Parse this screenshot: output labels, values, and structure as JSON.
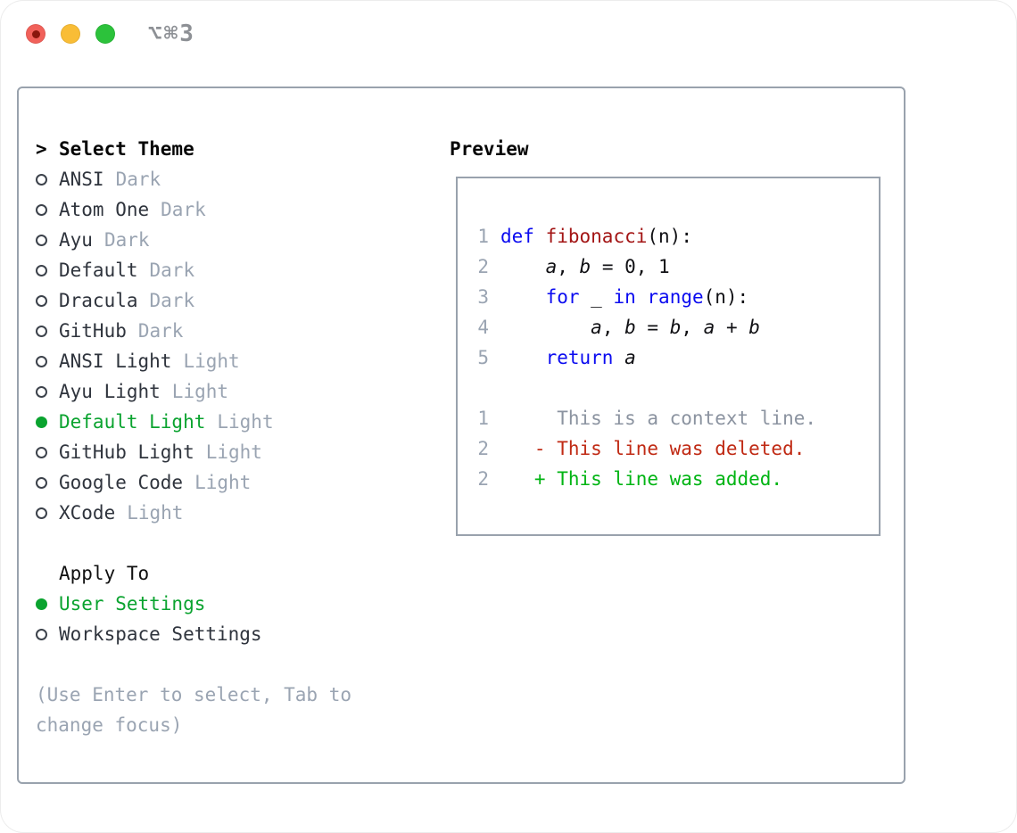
{
  "titlebar": {
    "shortcut": "⌥⌘3"
  },
  "theme_list": {
    "prompt": ">",
    "header": "Select Theme",
    "items": [
      {
        "name": "ANSI",
        "variant": "Dark",
        "selected": false
      },
      {
        "name": "Atom One",
        "variant": "Dark",
        "selected": false
      },
      {
        "name": "Ayu",
        "variant": "Dark",
        "selected": false
      },
      {
        "name": "Default",
        "variant": "Dark",
        "selected": false
      },
      {
        "name": "Dracula",
        "variant": "Dark",
        "selected": false
      },
      {
        "name": "GitHub",
        "variant": "Dark",
        "selected": false
      },
      {
        "name": "ANSI Light",
        "variant": "Light",
        "selected": false
      },
      {
        "name": "Ayu Light",
        "variant": "Light",
        "selected": false
      },
      {
        "name": "Default Light",
        "variant": "Light",
        "selected": true
      },
      {
        "name": "GitHub Light",
        "variant": "Light",
        "selected": false
      },
      {
        "name": "Google Code",
        "variant": "Light",
        "selected": false
      },
      {
        "name": "XCode",
        "variant": "Light",
        "selected": false
      }
    ]
  },
  "preview": {
    "header": "Preview",
    "lines": [
      {
        "num": "1",
        "tokens": [
          {
            "t": "def",
            "c": "kw"
          },
          {
            "t": " ",
            "c": "pl"
          },
          {
            "t": "fibonacci",
            "c": "fn"
          },
          {
            "t": "(n):",
            "c": "pl"
          }
        ]
      },
      {
        "num": "2",
        "tokens": [
          {
            "t": "    ",
            "c": "pl"
          },
          {
            "t": "a",
            "c": "var"
          },
          {
            "t": ", ",
            "c": "pl"
          },
          {
            "t": "b",
            "c": "var"
          },
          {
            "t": " = 0, 1",
            "c": "pl"
          }
        ]
      },
      {
        "num": "3",
        "tokens": [
          {
            "t": "    ",
            "c": "pl"
          },
          {
            "t": "for",
            "c": "kw"
          },
          {
            "t": " _ ",
            "c": "pl"
          },
          {
            "t": "in",
            "c": "kw"
          },
          {
            "t": " ",
            "c": "pl"
          },
          {
            "t": "range",
            "c": "kw"
          },
          {
            "t": "(n):",
            "c": "pl"
          }
        ]
      },
      {
        "num": "4",
        "tokens": [
          {
            "t": "        ",
            "c": "pl"
          },
          {
            "t": "a",
            "c": "var"
          },
          {
            "t": ", ",
            "c": "pl"
          },
          {
            "t": "b",
            "c": "var"
          },
          {
            "t": " = ",
            "c": "pl"
          },
          {
            "t": "b",
            "c": "var"
          },
          {
            "t": ", ",
            "c": "pl"
          },
          {
            "t": "a",
            "c": "var"
          },
          {
            "t": " + ",
            "c": "pl"
          },
          {
            "t": "b",
            "c": "var"
          }
        ]
      },
      {
        "num": "5",
        "tokens": [
          {
            "t": "    ",
            "c": "pl"
          },
          {
            "t": "return",
            "c": "kw"
          },
          {
            "t": " ",
            "c": "pl"
          },
          {
            "t": "a",
            "c": "var"
          }
        ]
      },
      {
        "num": "",
        "tokens": []
      },
      {
        "num": "1",
        "tokens": [
          {
            "t": "     This is a context line.",
            "c": "ctx"
          }
        ]
      },
      {
        "num": "2",
        "tokens": [
          {
            "t": "   - This line was deleted.",
            "c": "del"
          }
        ]
      },
      {
        "num": "2",
        "tokens": [
          {
            "t": "   + This line was added.",
            "c": "add"
          }
        ]
      }
    ]
  },
  "apply_to": {
    "header": "Apply To",
    "options": [
      {
        "label": "User Settings",
        "selected": true
      },
      {
        "label": "Workspace Settings",
        "selected": false
      }
    ]
  },
  "hint": {
    "text": "(Use Enter to select, Tab to change focus)"
  },
  "colors": {
    "accent_green": "#0aa32f",
    "added_green": "#00b413",
    "deleted_red": "#c02a14",
    "keyword_blue": "#0b0bf0",
    "function_red": "#a31515",
    "muted_gray": "#9aa4b2",
    "text_dark": "#2f343d",
    "border_gray": "#99a2ad",
    "traffic_red": "#f1615a",
    "traffic_yellow": "#f9bd36",
    "traffic_green": "#2cc23b"
  }
}
